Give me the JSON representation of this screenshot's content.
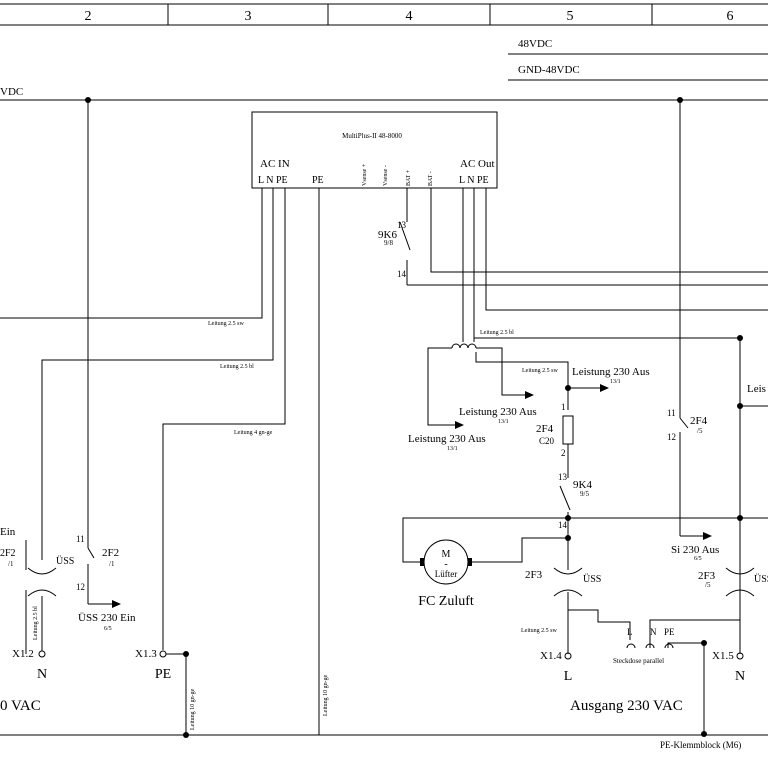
{
  "header": {
    "columns": [
      "2",
      "3",
      "4",
      "5",
      "6"
    ]
  },
  "rails": {
    "dc_positive": "48VDC",
    "dc_ground": "GND-48VDC",
    "left_cut_label": "VDC"
  },
  "inverter": {
    "title": "MultiPlus-II 48-8000",
    "ac_in": "AC IN",
    "ac_in_pins": "L N PE",
    "pe": "PE",
    "vsense_pos": "Vsense +",
    "vsense_neg": "Vsense -",
    "bat_pos": "BAT +",
    "bat_neg": "BAT -",
    "ac_out": "AC Out",
    "ac_out_pins": "L N PE"
  },
  "cables": {
    "l25sw_a": "Leitung 2.5 sw",
    "l25bl_a": "Leitung 2.5 bl",
    "l4gnge": "Leitung 4 gn-ge",
    "l25bl_b": "Leitung 2.5 bl",
    "l25sw_b": "Leitung 2.5 sw",
    "l25bl_vert": "Leitung 2.5 bl",
    "l10gnge_a": "Leitung 10 gn-ge",
    "l10gnge_b": "Leitung 10 gn-ge",
    "l25sw_c": "Leitung 2.5 sw"
  },
  "relay_9k6": {
    "tag": "9K6",
    "ref": "9/8",
    "pin_top": "13",
    "pin_bot": "14"
  },
  "signals": {
    "aus_a": "Leistung 230 Aus",
    "aus_a_ref": "13/1",
    "aus_b": "Leistung 230 Aus",
    "aus_b_ref": "13/1",
    "aus_c": "Leistung 230 Aus",
    "aus_c_ref": "13/1",
    "aus_left": "Leis",
    "uss_230_ein": "ÜSS 230 Ein",
    "uss_230_ein_ref": "6/5",
    "si_230_aus": "Si 230 Aus",
    "si_230_aus_ref": "6/5"
  },
  "breakers": {
    "left_2f2": {
      "tag": "2F2",
      "ref": "/1"
    },
    "mid_2f2": {
      "tag": "2F2",
      "ref": "/1",
      "pin_top": "11",
      "pin_bot": "12"
    },
    "f4_main": {
      "tag": "2F4",
      "rating": "C20",
      "pin_top": "1",
      "pin_bot": "2"
    },
    "f4_aux": {
      "tag": "2F4",
      "ref": "/5",
      "pin_top": "11",
      "pin_bot": "12"
    },
    "f3_main": "2F3",
    "f3_aux": {
      "tag": "2F3",
      "ref": "/5"
    }
  },
  "relay_9k4": {
    "tag": "9K4",
    "ref": "9/5",
    "pin_top": "13",
    "pin_bot": "14"
  },
  "surge": {
    "uss": "ÜSS",
    "left_cut": "Ein"
  },
  "fan": {
    "symbol": "M",
    "dash": "-",
    "name": "Lüfter",
    "caption": "FC Zuluft"
  },
  "terminals": {
    "x12": "X1.2",
    "x12_sym": "N",
    "x13": "X1.3",
    "x13_sym": "PE",
    "x14": "X1.4",
    "x14_sym": "L",
    "x15": "X1.5",
    "x15_sym": "N"
  },
  "socket": {
    "l": "L",
    "n": "N",
    "pe": "PE",
    "label": "Steckdose parallel"
  },
  "captions": {
    "input_cut": "0 VAC",
    "output": "Ausgang 230 VAC",
    "pe_block": "PE-Klemmblock (M6)"
  }
}
